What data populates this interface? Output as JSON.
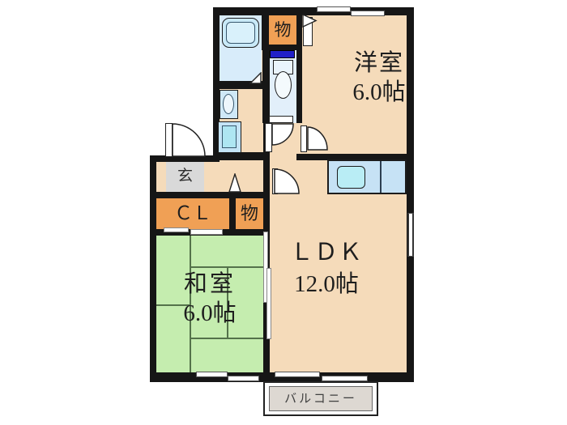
{
  "plan": {
    "rooms": {
      "western": {
        "name": "洋室",
        "size": "6.0帖"
      },
      "ldk": {
        "name": "ＬＤＫ",
        "size": "12.0帖"
      },
      "japanese": {
        "name": "和室",
        "size": "6.0帖"
      }
    },
    "storage": {
      "top": {
        "label": "物"
      },
      "middle": {
        "label": "物"
      },
      "closet": {
        "label": "ＣＬ"
      }
    },
    "entrance": {
      "label": "玄"
    },
    "balcony": {
      "label": "バルコニー"
    },
    "colors": {
      "wall": "#161616",
      "floor_peach": "#F5DBBA",
      "tatami_green": "#C5EDAF",
      "closet_orange": "#F0A055",
      "entrance_gray": "#D9D9D9",
      "balcony_gray": "#DDD8D2",
      "fixture_blue": "#C9EAF8",
      "kitchen_counter_blue": "#C6E2F5",
      "accent_blue_bar": "#2020C8"
    }
  }
}
